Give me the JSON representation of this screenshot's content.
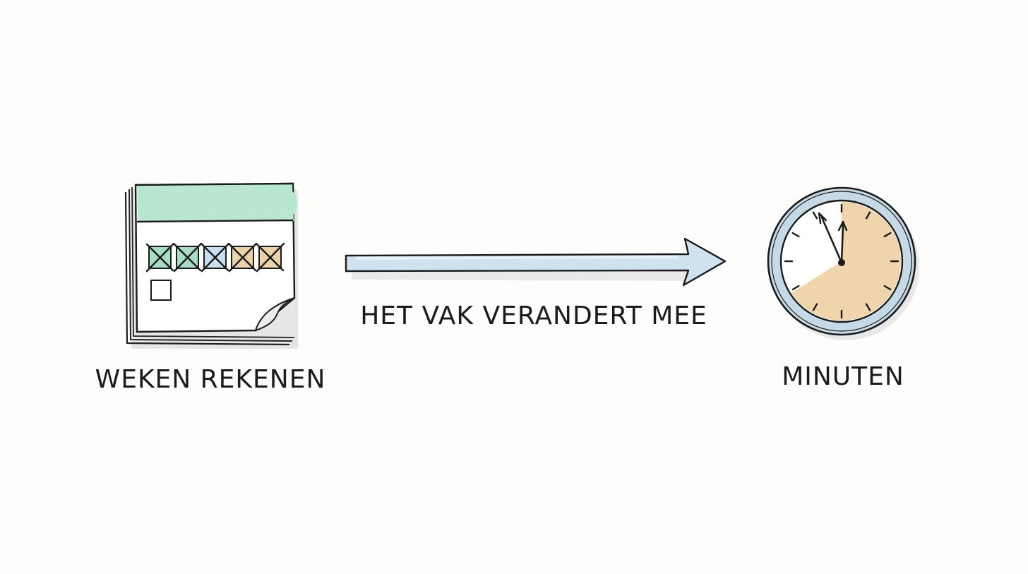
{
  "labels": {
    "left": "WEKEN REKENEN",
    "middle": "HET VAK VERANDERT MEE",
    "right": "MINUTEN"
  },
  "colors": {
    "background": "#fdfdfc",
    "ink": "#1b1b1b",
    "calendar_header": "#b9e6cf",
    "check_green": "#a8dcc4",
    "check_blue": "#c7dff0",
    "check_tan": "#ecd1aa",
    "arrow_fill": "#cfe2f0",
    "clock_ring": "#c5d9e6",
    "clock_elapsed": "#f0d4ac"
  },
  "icons": {
    "left": "calendar-icon",
    "middle": "arrow-right-icon",
    "right": "clock-icon"
  },
  "calendar": {
    "checked_boxes": 5,
    "empty_boxes": 1
  },
  "clock": {
    "elapsed_fraction": 0.66
  }
}
